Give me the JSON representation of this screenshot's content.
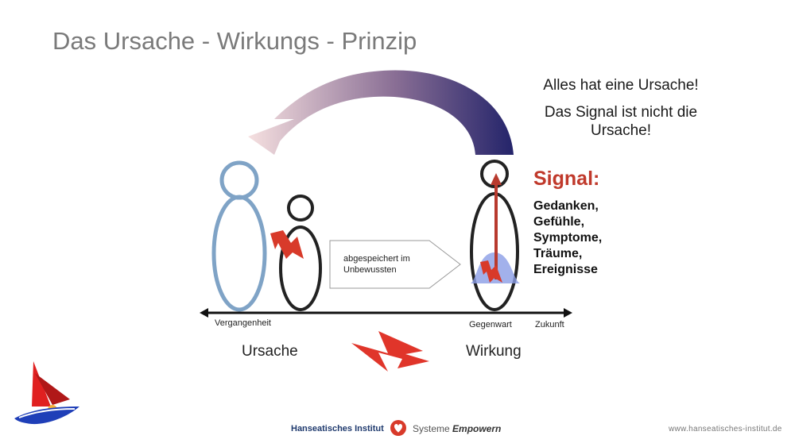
{
  "slide": {
    "title": "Das Ursache - Wirkungs - Prinzip"
  },
  "taglines": {
    "line1": "Alles hat eine Ursache!",
    "line2a": "Das Signal ist nicht die",
    "line2b": "Ursache!"
  },
  "signal": {
    "heading": "Signal:",
    "items": [
      "Gedanken,",
      "Gefühle,",
      "Symptome,",
      "Träume,",
      "Ereignisse"
    ]
  },
  "box": {
    "line1": "abgespeichert im",
    "line2": "Unbewussten"
  },
  "timeline": {
    "left": "Vergangenheit",
    "middle": "Gegenwart",
    "right": "Zukunft"
  },
  "labels": {
    "cause": "Ursache",
    "effect": "Wirkung"
  },
  "footer": {
    "institute": "Hanseatisches Institut",
    "systeme": "Systeme",
    "empowern": "Empowern",
    "url": "www.hanseatisches-institut.de"
  },
  "colors": {
    "title": "#7a7a7a",
    "signal": "#c0392b",
    "arrow_red": "#d83a2a",
    "figure_blue": "#7fa3c6",
    "arc_dark": "#2a2a6e",
    "arc_light": "#f2d6d6"
  },
  "icons": {
    "logo": "sailboat-logo",
    "footer_badge": "heart-badge"
  }
}
